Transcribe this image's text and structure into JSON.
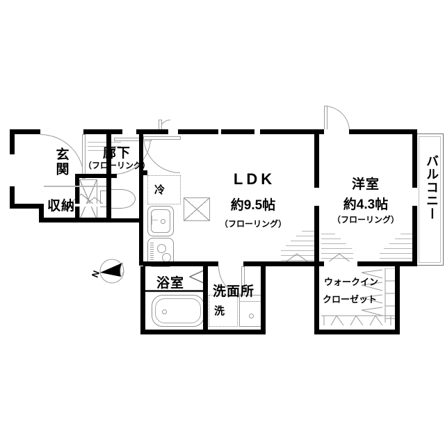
{
  "plan": {
    "type": "floor-plan",
    "layout_name": "1LDK",
    "orientation_marker": "N",
    "rooms": [
      {
        "id": "entrance",
        "name": "玄関",
        "area": "",
        "flooring": ""
      },
      {
        "id": "storage",
        "name": "収納",
        "area": "",
        "flooring": ""
      },
      {
        "id": "corridor",
        "name": "廊下",
        "area": "",
        "flooring": "（フローリング）"
      },
      {
        "id": "ldk",
        "name": "LDK",
        "area": "約9.5帖",
        "flooring": "（フローリング）"
      },
      {
        "id": "bedroom",
        "name": "洋室",
        "area": "約4.3帖",
        "flooring": "（フローリング）"
      },
      {
        "id": "bath",
        "name": "浴室",
        "area": "",
        "flooring": ""
      },
      {
        "id": "washroom",
        "name": "洗面所",
        "area": "",
        "flooring": ""
      },
      {
        "id": "wic_line1",
        "name": "ウォークイン",
        "area": "",
        "flooring": ""
      },
      {
        "id": "wic_line2",
        "name": "クローゼット",
        "area": "",
        "flooring": ""
      },
      {
        "id": "balcony",
        "name": "バルコニー",
        "area": "",
        "flooring": ""
      }
    ],
    "fixtures": [
      {
        "id": "fridge",
        "label": "冷"
      },
      {
        "id": "washer",
        "label": "洗"
      },
      {
        "id": "kitchen-sink",
        "label": ""
      },
      {
        "id": "gas-stove",
        "label": ""
      },
      {
        "id": "bathtub",
        "label": ""
      },
      {
        "id": "toilet",
        "label": ""
      },
      {
        "id": "vanity-sink",
        "label": ""
      }
    ],
    "colors": {
      "wall": "#000000",
      "thin_wall": "#2b2b2b",
      "fixture_outline": "#8f8f8f",
      "hatch": "#b5b5b5",
      "balcony_border": "#6e6e6e",
      "background": "#ffffff"
    }
  }
}
